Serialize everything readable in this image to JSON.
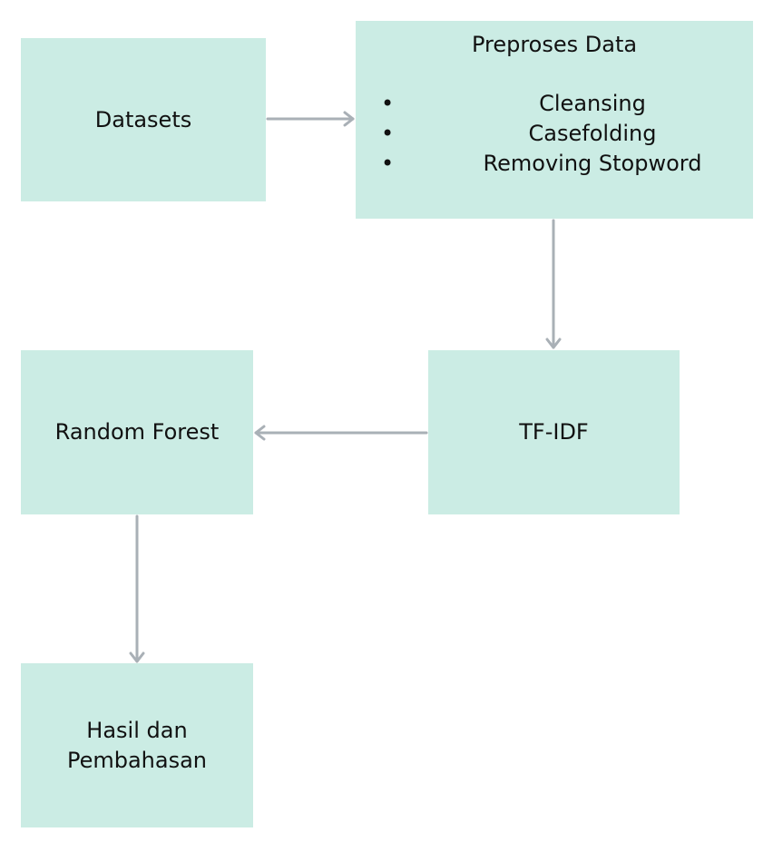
{
  "nodes": {
    "datasets": "Datasets",
    "prepro": {
      "title": "Preproses Data",
      "items": [
        "Cleansing",
        "Casefolding",
        "Removing Stopword"
      ],
      "bullet": "•"
    },
    "tfidf": "TF-IDF",
    "random_forest": "Random Forest",
    "hasil": "Hasil dan\nPembahasan"
  },
  "colors": {
    "node_fill": "#cbece4",
    "edge": "#a9b0b6",
    "text": "#111111"
  }
}
